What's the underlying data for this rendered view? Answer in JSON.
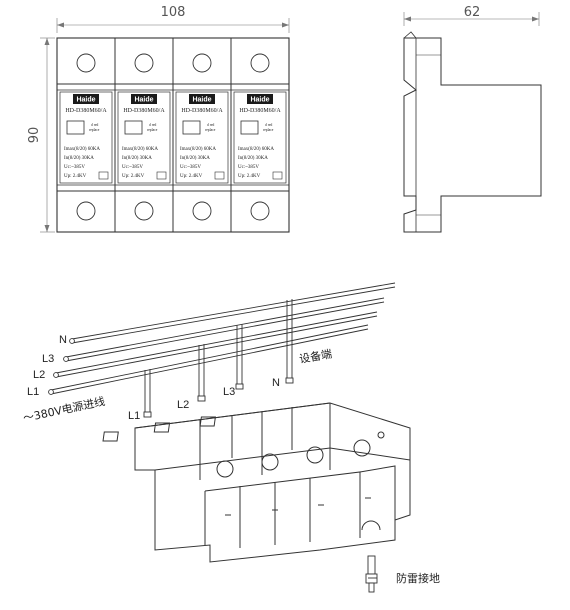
{
  "dimensions": {
    "width_front": "108",
    "height_front": "90",
    "depth_side": "62"
  },
  "modules": [
    {
      "brand": "Haide",
      "model": "HD-D380M60/A",
      "indicator_text_1": "d red",
      "indicator_text_2": "replace",
      "spec_imax": "Imax(8/20) 60KA",
      "spec_in": "In(8/20)   30KA",
      "spec_uc": "Uc:~385V",
      "spec_up": "Up:   2.4KV"
    },
    {
      "brand": "Haide",
      "model": "HD-D380M60/A",
      "indicator_text_1": "d red",
      "indicator_text_2": "replace",
      "spec_imax": "Imax(8/20) 60KA",
      "spec_in": "In(8/20)   30KA",
      "spec_uc": "Uc:~385V",
      "spec_up": "Up:   2.4KV"
    },
    {
      "brand": "Haide",
      "model": "HD-D380M60/A",
      "indicator_text_1": "d red",
      "indicator_text_2": "replace",
      "spec_imax": "Imax(8/20) 60KA",
      "spec_in": "In(8/20)   30KA",
      "spec_uc": "Uc:~385V",
      "spec_up": "Up:   2.4KV"
    },
    {
      "brand": "Haide",
      "model": "HD-D380M60/A",
      "indicator_text_1": "d red",
      "indicator_text_2": "replace",
      "spec_imax": "Imax(8/20) 60KA",
      "spec_in": "In(8/20)   30KA",
      "spec_uc": "Uc:~385V",
      "spec_up": "Up:   2.4KV"
    }
  ],
  "wiring": {
    "line_labels": [
      "N",
      "L3",
      "L2",
      "L1"
    ],
    "source_label": "～380V电源进线",
    "equipment_label": "设备端",
    "tap_labels": [
      "L1",
      "L2",
      "L3",
      "N"
    ],
    "ground_label": "防雷接地"
  },
  "colors": {
    "stroke": "#333333",
    "brand_bg": "#1a1a1a",
    "dim_line": "#666666"
  }
}
